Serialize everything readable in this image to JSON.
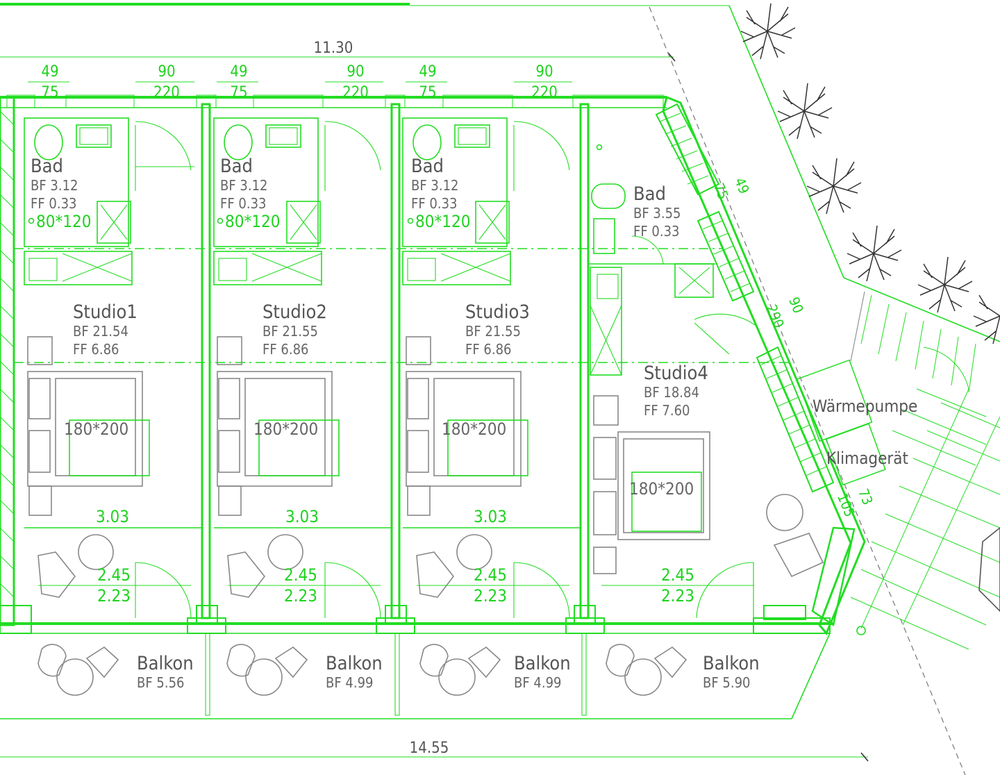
{
  "dimensions": {
    "top_total": "11.30",
    "bottom_total": "14.55",
    "window_a_top": "49",
    "window_a_bottom": "75",
    "window_b_top": "90",
    "window_b_bottom": "220",
    "room_width": "3.03",
    "balcony_door_top": "2.45",
    "balcony_door_bottom": "2.23",
    "diag_a_top": "49",
    "diag_a_bottom": "75",
    "diag_b_top": "90",
    "diag_b_bottom": "290",
    "diag_c_top": "73",
    "diag_c_bottom": "105"
  },
  "bathrooms": [
    {
      "title": "Bad",
      "bf": "BF 3.12",
      "ff": "FF 0.33",
      "shower": "80*120"
    },
    {
      "title": "Bad",
      "bf": "BF 3.12",
      "ff": "FF 0.33",
      "shower": "80*120"
    },
    {
      "title": "Bad",
      "bf": "BF 3.12",
      "ff": "FF 0.33",
      "shower": "80*120"
    },
    {
      "title": "Bad",
      "bf": "BF 3.55",
      "ff": "FF 0.33"
    }
  ],
  "studios": [
    {
      "title": "Studio1",
      "bf": "BF 21.54",
      "ff": "FF 6.86",
      "bed": "180*200"
    },
    {
      "title": "Studio2",
      "bf": "BF 21.55",
      "ff": "FF 6.86",
      "bed": "180*200"
    },
    {
      "title": "Studio3",
      "bf": "BF 21.55",
      "ff": "FF 6.86",
      "bed": "180*200"
    },
    {
      "title": "Studio4",
      "bf": "BF 18.84",
      "ff": "FF 7.60",
      "bed": "180*200"
    }
  ],
  "balconies": [
    {
      "title": "Balkon",
      "bf": "BF 5.56"
    },
    {
      "title": "Balkon",
      "bf": "BF 4.99"
    },
    {
      "title": "Balkon",
      "bf": "BF 4.99"
    },
    {
      "title": "Balkon",
      "bf": "BF 5.90"
    }
  ],
  "equipment": {
    "heat_pump": "Wärmepumpe",
    "ac_unit": "Klimagerät"
  },
  "colors": {
    "wall": "#22dd22",
    "text": "#555555",
    "background": "#ffffff"
  }
}
